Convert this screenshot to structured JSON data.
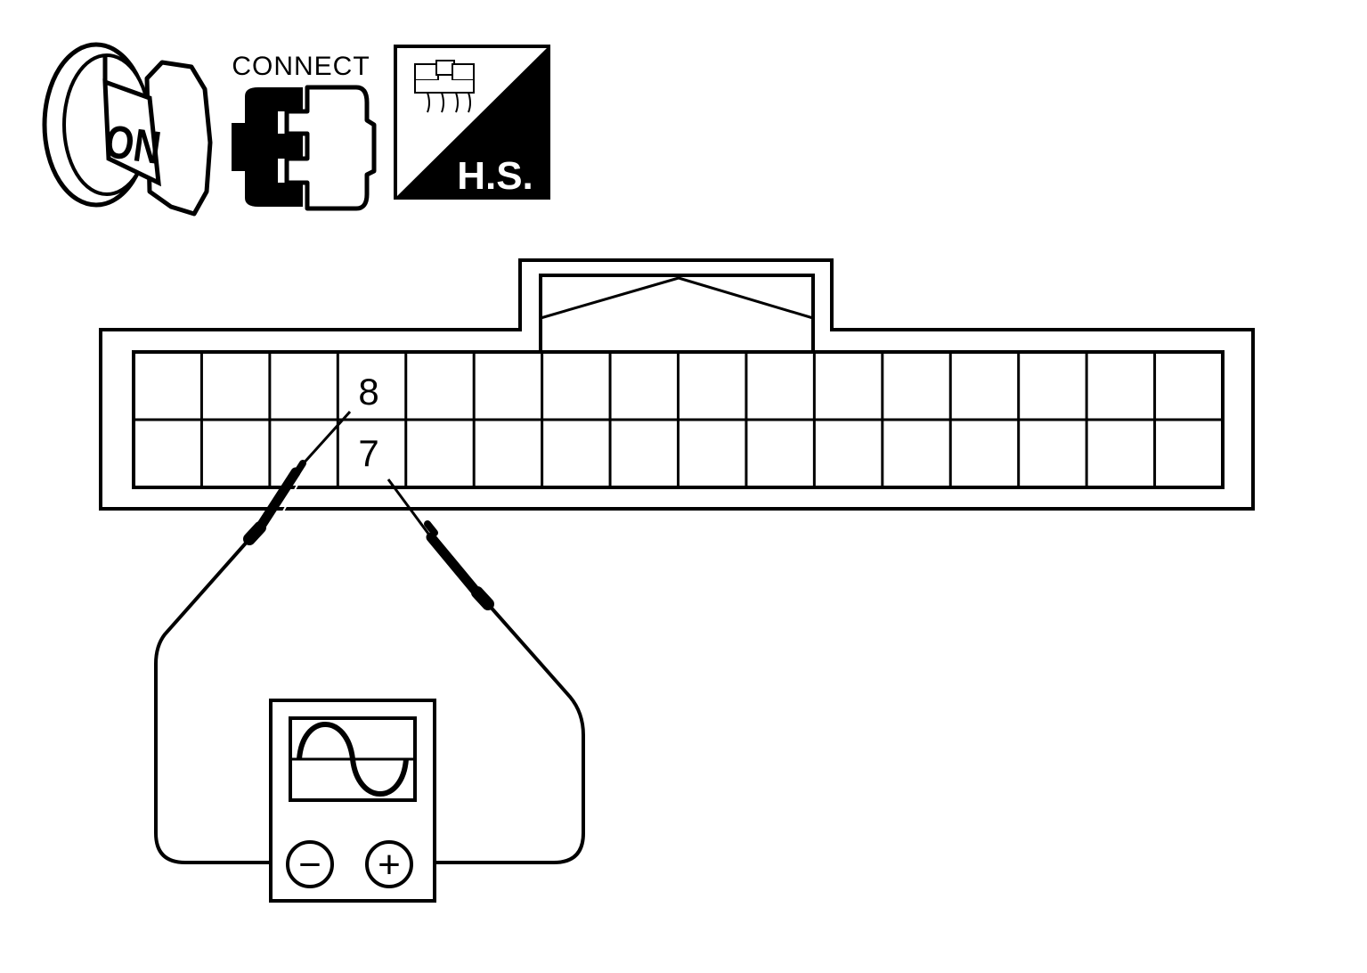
{
  "icons": {
    "ignition": {
      "label": "ON",
      "icon": "ignition-key-on-icon"
    },
    "connector": {
      "label": "CONNECT",
      "icon": "connector-connect-icon"
    },
    "harness_side": {
      "label": "H.S.",
      "icon": "harness-side-icon"
    }
  },
  "connector": {
    "columns": 16,
    "rows": 2,
    "terminal_upper": "8",
    "terminal_lower": "7"
  },
  "oscilloscope": {
    "negative_symbol": "−",
    "positive_symbol": "+",
    "icon": "sine-wave-icon"
  },
  "colors": {
    "ink": "#000000",
    "paper": "#ffffff"
  }
}
